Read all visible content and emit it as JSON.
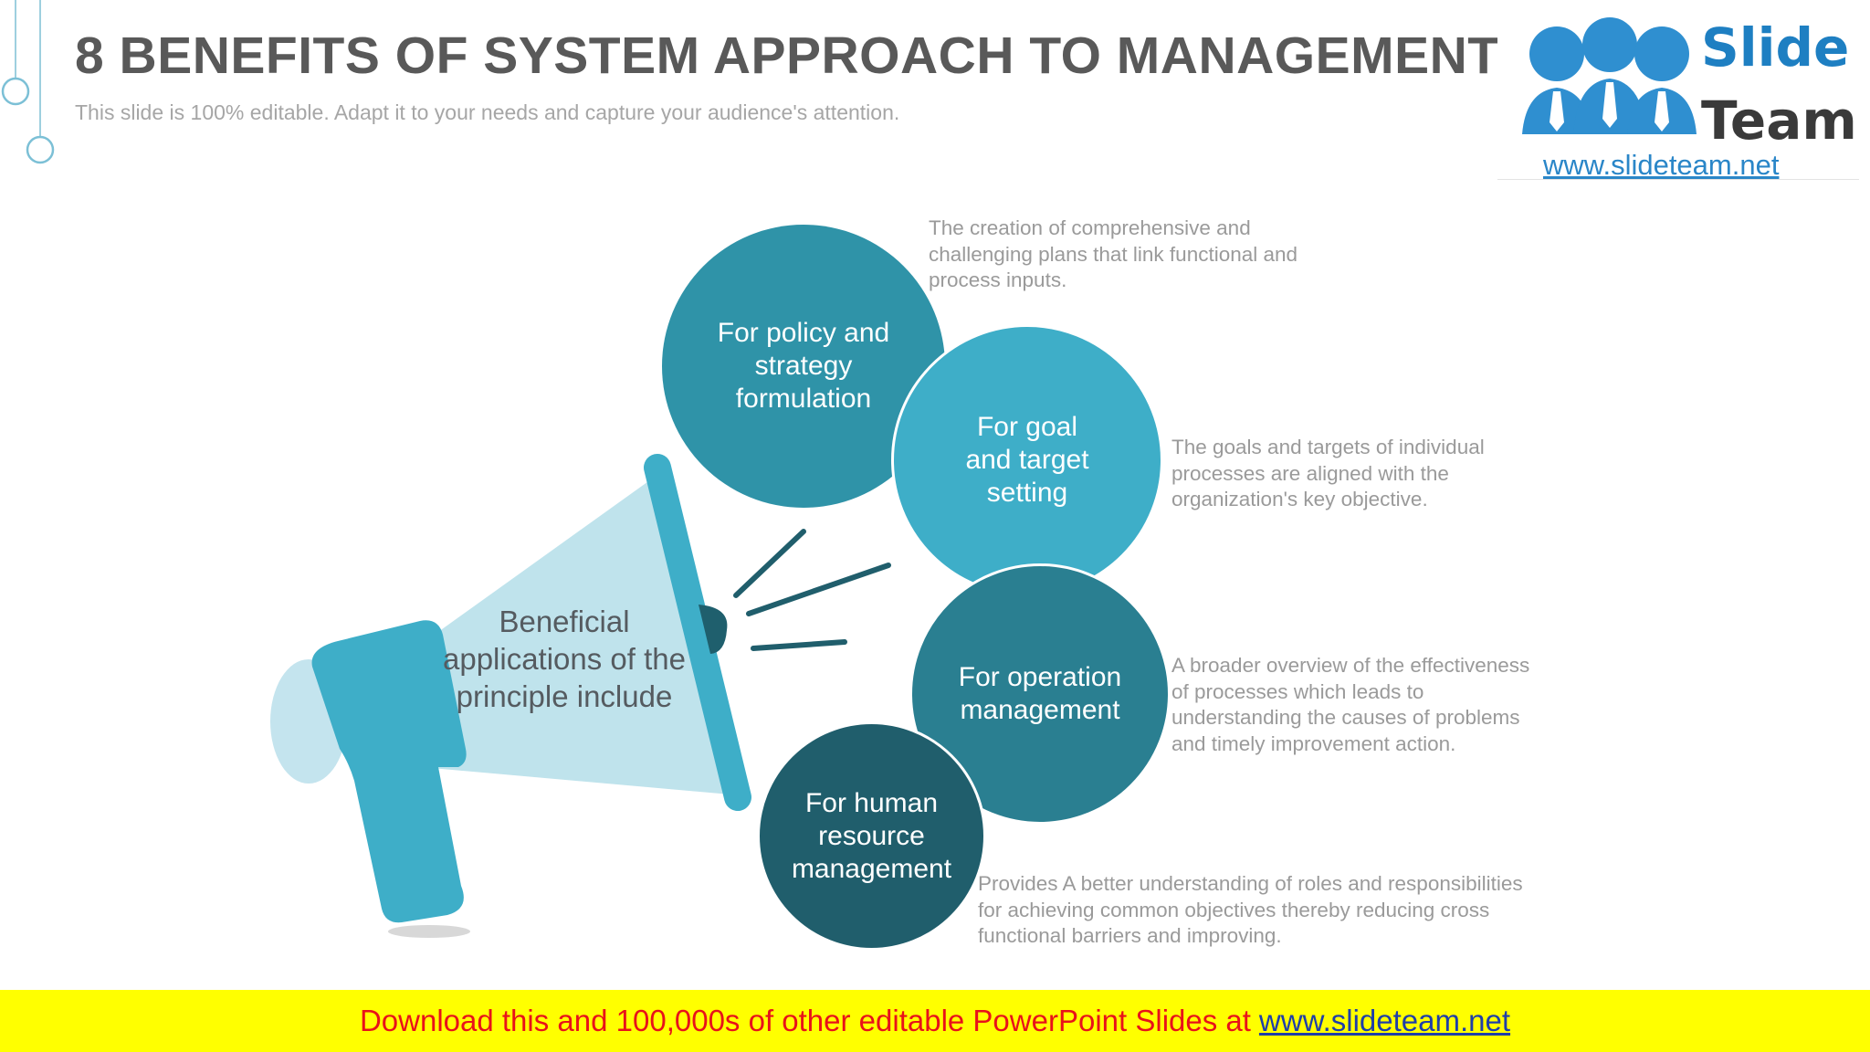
{
  "slide": {
    "title": "8 BENEFITS OF SYSTEM APPROACH TO MANAGEMENT",
    "subtitle": "This slide is 100% editable. Adapt it to your needs and capture your audience's attention."
  },
  "logo": {
    "word1": "Slide",
    "word2": "Team",
    "url": "www.slideteam.net"
  },
  "megaphone": {
    "label": "Beneficial applications of the principle include"
  },
  "benefits": [
    {
      "title": "For policy and strategy formulation",
      "description": "The creation of comprehensive and challenging plans that link functional and process inputs.",
      "color": "#2f93a8"
    },
    {
      "title": "For goal and target setting",
      "description": "The goals and targets of individual processes are aligned with the organization's key objective.",
      "color": "#3eaec8"
    },
    {
      "title": "For operation management",
      "description": "A broader overview of the effectiveness of processes which leads to understanding the causes of problems and timely improvement action.",
      "color": "#2a7f91"
    },
    {
      "title": "For human resource management",
      "description": "Provides A better understanding of roles and responsibilities for achieving common objectives thereby reducing cross functional barriers and improving.",
      "color": "#205e6c"
    }
  ],
  "banner": {
    "text": "Download this and 100,000s of other editable PowerPoint Slides at",
    "link": "www.slideteam.net"
  },
  "colors": {
    "megaphone_body": "#3eaec8",
    "megaphone_cone": "#bfe3ec",
    "banner_bg": "#ffff00",
    "banner_text": "#e8121a"
  }
}
